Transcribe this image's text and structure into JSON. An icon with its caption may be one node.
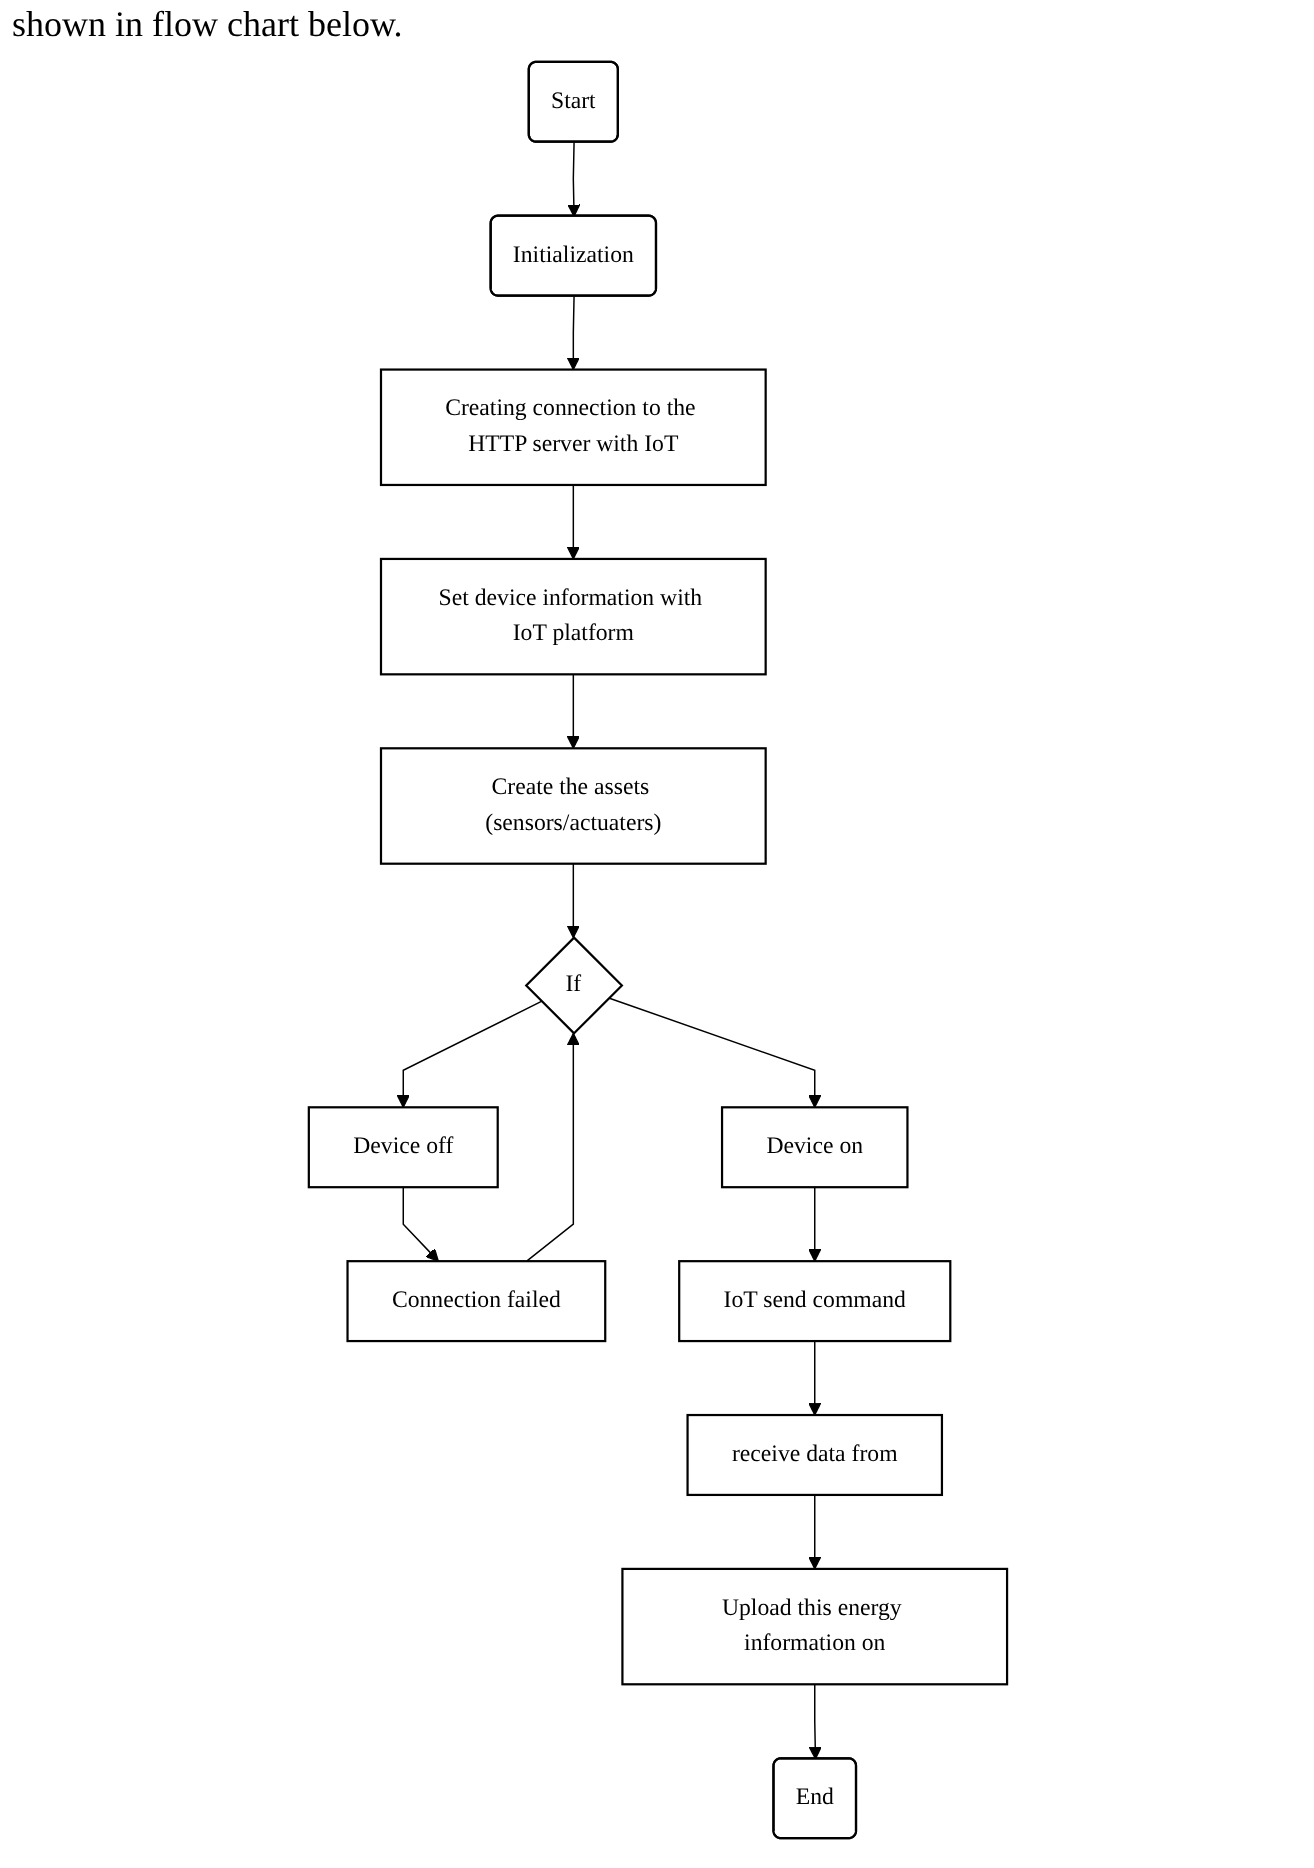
{
  "diagram": {
    "nodes": [
      {
        "text": [
          "Start"
        ]
      },
      {
        "text": [
          "Initialization"
        ]
      },
      {
        "text": [
          "Creating connection to the HTTP server with IoT"
        ]
      },
      {
        "text": [
          "Set device information with IoT platform"
        ]
      },
      {
        "text": [
          "Create the assets (sensors/actuaters)"
        ]
      },
      {
        "text": [
          "If"
        ]
      },
      {
        "text": [
          "Device off"
        ]
      },
      {
        "text": [
          "Connection failed"
        ]
      },
      {
        "text": [
          "Device on"
        ]
      },
      {
        "text": [
          "IoT send command"
        ]
      },
      {
        "text": [
          "receive data from"
        ]
      },
      {
        "text": [
          "Upload this energy information on"
        ]
      },
      {
        "text": [
          "End"
        ]
      }
    ],
    "edges": [
      {
        "from": 0,
        "to": 1,
        "arrow": "to"
      },
      {
        "from": 1,
        "to": 2,
        "arrow": "to"
      },
      {
        "from": 2,
        "to": 3,
        "arrow": "to"
      },
      {
        "from": 3,
        "to": 4,
        "arrow": "to"
      },
      {
        "from": 4,
        "to": 5,
        "arrow": "to"
      },
      {
        "from": 5,
        "to": 6,
        "arrow": "to"
      },
      {
        "from": 6,
        "to": 7,
        "arrow": "to"
      },
      {
        "from": 7,
        "to": 5,
        "arrow": "to"
      },
      {
        "from": 5,
        "to": 8,
        "arrow": "to"
      },
      {
        "from": 8,
        "to": 9,
        "arrow": "to"
      },
      {
        "from": 9,
        "to": 10,
        "arrow": "to"
      },
      {
        "from": 10,
        "to": 11,
        "arrow": "to"
      },
      {
        "from": 11,
        "to": 12,
        "arrow": "to"
      }
    ],
    "labels": [
      "shown in flow chart below."
    ]
  }
}
